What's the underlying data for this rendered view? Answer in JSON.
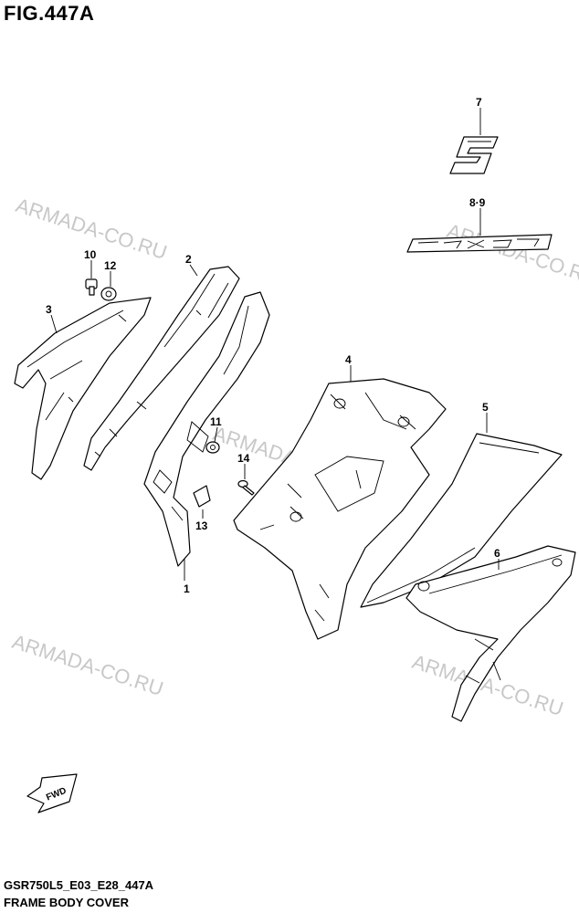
{
  "figure": {
    "title": "FIG.447A"
  },
  "footer": {
    "code": "GSR750L5_E03_E28_447A",
    "title": "FRAME BODY COVER"
  },
  "watermark": {
    "text": "ARMADA-CO.RU"
  },
  "callouts": {
    "c1": "1",
    "c2": "2",
    "c3": "3",
    "c4": "4",
    "c5": "5",
    "c6": "6",
    "c7": "7",
    "c89": "8·9",
    "c10": "10",
    "c11": "11",
    "c12": "12",
    "c13": "13",
    "c14": "14"
  },
  "direction_marker": {
    "label": "FWD"
  }
}
